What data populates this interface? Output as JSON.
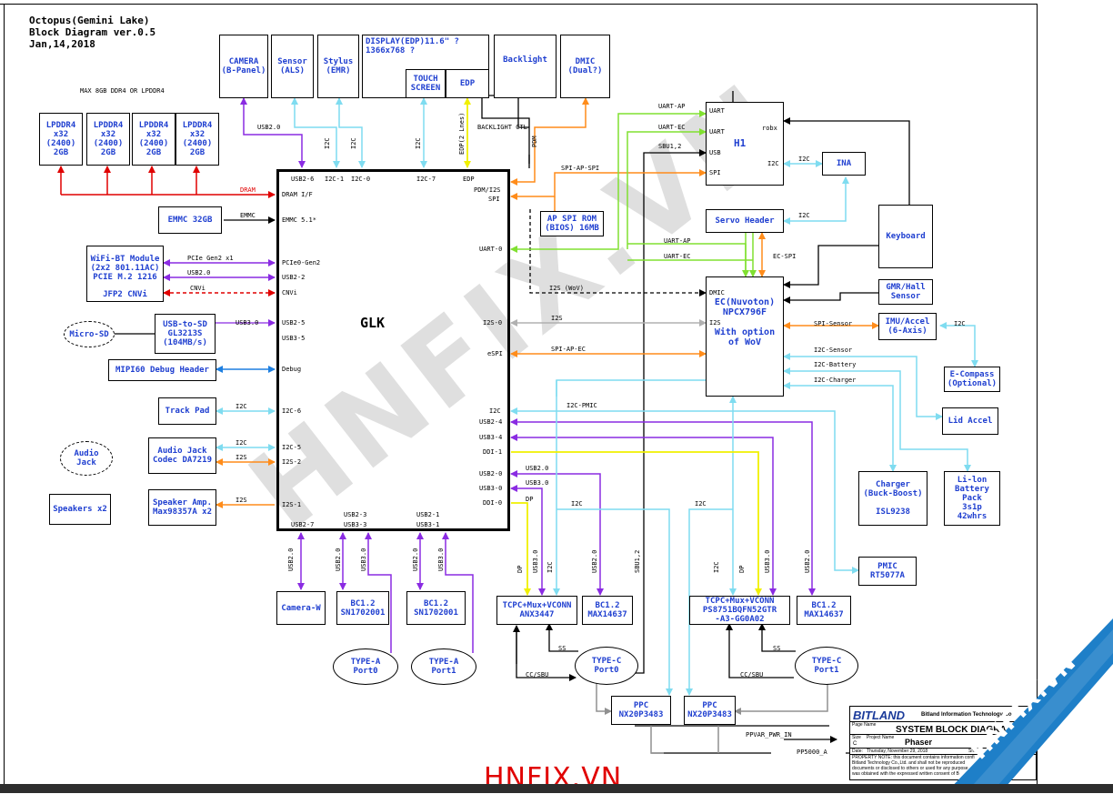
{
  "header": {
    "line1": "Octopus(Gemini Lake)",
    "line2": "Block Diagram ver.0.5",
    "line3": "Jan,14,2018",
    "memory_note": "MAX 8GB DDR4 OR LPDDR4"
  },
  "soc": {
    "label": "GLK"
  },
  "blocks": {
    "lpddr4": [
      "LPDDR4\nx32\n(2400)\n2GB",
      "LPDDR4\nx32\n(2400)\n2GB",
      "LPDDR4\nx32\n(2400)\n2GB",
      "LPDDR4\nx32\n(2400)\n2GB"
    ],
    "camera_b": "CAMERA\n(B-Panel)",
    "sensor": "Sensor\n(ALS)",
    "stylus": "Stylus\n(EMR)",
    "display": "DISPLAY(EDP)11.6\" ?\n1366x768 ?",
    "touch": "TOUCH\nSCREEN",
    "edp": "EDP",
    "backlight": "Backlight",
    "dmic": "DMIC\n(Dual?)",
    "emmc": "EMMC 32GB",
    "wifi": "WiFi-BT Module\n(2x2 801.11AC)\nPCIE M.2 1216",
    "jfp2": "JFP2 CNVi",
    "usb_sd": "USB-to-SD\nGL3213S\n(104MB/s)",
    "micro_sd": "Micro-SD",
    "mipi": "MIPI60 Debug Header",
    "trackpad": "Track Pad",
    "audio_jack_conn": "Audio\nJack",
    "audio_codec": "Audio Jack\nCodec DA7219",
    "speakers": "Speakers x2",
    "amp": "Speaker Amp.\nMax98357A x2",
    "camera_w": "Camera-W",
    "bc12_a": "BC1.2\nSN1702001",
    "bc12_b": "BC1.2\nSN1702001",
    "typea0": "TYPE-A\nPort0",
    "typea1": "TYPE-A\nPort1",
    "tcpc0": "TCPC+Mux+VCONN\nANX3447",
    "bc12_c": "BC1.2\nMAX14637",
    "typec0": "TYPE-C\nPort0",
    "tcpc1": "TCPC+Mux+VCONN\nPS8751BQFN52GTR\n-A3-GG0A02",
    "bc12_d": "BC1.2\nMAX14637",
    "typec1": "TYPE-C\nPort1",
    "ppc0": "PPC\nNX20P3483",
    "ppc1": "PPC\nNX20P3483",
    "ap_spi_rom": "AP SPI ROM\n(BIOS) 16MB",
    "h1": "H1",
    "ina": "INA",
    "servo": "Servo Header",
    "keyboard": "Keyboard",
    "gmr": "GMR/Hall\nSensor",
    "ec": "EC(Nuvoton)\nNPCX796F\n\nWith option\nof WoV",
    "imu": "IMU/Accel\n(6-Axis)",
    "ecompass": "E-Compass\n(Optional)",
    "lid_accel": "Lid Accel",
    "charger": "Charger\n(Buck-Boost)\n\nISL9238",
    "battery": "Li-lon\nBattery\nPack\n3s1p\n42whrs",
    "pmic": "PMIC\nRT5077A"
  },
  "soc_pins": {
    "usb2_6": "USB2-6",
    "i2c_1": "I2C-1",
    "i2c_0": "I2C-0",
    "i2c_7": "I2C-7",
    "edp": "EDP",
    "pdm": "PDM/I2S",
    "spi": "SPI",
    "dram": "DRAM I/F",
    "emmc": "EMMC 5.1*",
    "pcie": "PCIe0-Gen2",
    "usb2_2": "USB2-2",
    "cnvi": "CNVi",
    "usb2_5": "USB2-5",
    "usb3_5": "USB3-5",
    "debug": "Debug",
    "i2c_6": "I2C-6",
    "i2c_5": "I2C-5",
    "i2s_2": "I2S-2",
    "i2s_1": "I2S-1",
    "uart0": "UART-0",
    "i2s_0": "I2S-0",
    "espi": "eSPI",
    "i2c": "I2C",
    "usb2_4": "USB2-4",
    "usb3_4": "USB3-4",
    "ddi_1": "DDI-1",
    "usb2_0": "USB2-0",
    "usb3_0": "USB3-0",
    "ddi_0": "DDI-0",
    "usb2_7": "USB2-7",
    "usb2_3": "USB2-3",
    "usb3_3": "USB3-3",
    "usb2_1": "USB2-1",
    "usb3_1": "USB3-1"
  },
  "h1_pins": {
    "uart1": "UART",
    "uart2": "UART",
    "usb": "USB",
    "spi": "SPI",
    "robx": "robx",
    "i2c": "I2C"
  },
  "ec_pins": {
    "dmic": "DMIC",
    "i2s": "I2S"
  },
  "labels": {
    "dram": "DRAM",
    "emmc": "EMMC",
    "pcie_gen2": "PCIe Gen2 x1",
    "usb2_0_wifi": "USB2.0",
    "cnvi": "CNVi",
    "usb3_0_sd": "USB3.0",
    "i2c_tp": "I2C",
    "i2c_aud": "I2C",
    "i2s_aud": "I2S",
    "i2s_amp": "I2S",
    "usb2_0_cam": "USB2.0",
    "i2c_als": "I2C",
    "i2c_emr": "I2C",
    "i2c_touch": "I2C",
    "edp_lanes": "EDP(2 Lnes)",
    "backlight_ctl": "BACKLIGHT CTL",
    "pdm": "PDM",
    "spi_ap_spi": "SPI-AP-SPI",
    "uart_ap_top": "UART-AP",
    "uart_ec_top": "UART-EC",
    "sbu12": "SBU1,2",
    "i2c_ina": "I2C",
    "i2c_servo": "I2C",
    "uart_ap_mid": "UART-AP",
    "uart_ec_mid": "UART-EC",
    "ec_spi": "EC-SPI",
    "i2s_wov": "I2S (WoV)",
    "i2s_mid": "I2S",
    "spi_ap_ec": "SPI-AP-EC",
    "spi_sensor": "SPI-Sensor",
    "i2c_compass": "I2C",
    "i2c_sensor": "I2C-Sensor",
    "i2c_battery": "I2C-Battery",
    "i2c_charger": "I2C-Charger",
    "i2c_pmic": "I2C-PMIC",
    "usb2_0_p0": "USB2.0",
    "usb3_0_p0": "USB3.0",
    "dp_p0": "DP",
    "i2c_p0": "I2C",
    "i2c_p1": "I2C",
    "usb2_0_v_cam": "USB2.0",
    "usb2_0_v_a0": "USB2.0",
    "usb3_0_v_a0": "USB3.0",
    "usb2_0_v_a1": "USB2.0",
    "usb3_0_v_a1": "USB3.0",
    "dp_v0": "DP",
    "usb3_0_v0": "USB3.0",
    "i2c_v0": "I2C",
    "usb2_0_v0": "USB2.0",
    "sbu12_v": "SBU1,2",
    "i2c_v1": "I2C",
    "dp_v1": "DP",
    "usb3_0_v1": "USB3.0",
    "usb2_0_v1": "USB2.0",
    "ss0": "SS",
    "ss1": "SS",
    "cc_sbu0": "CC/SBU",
    "cc_sbu1": "CC/SBU",
    "ppvar": "PPVAR_PWR_IN",
    "pp5000": "PP5000_A"
  },
  "title_block": {
    "logo": "BITLAND",
    "company": "Bitland Information Technology Co",
    "page_name_label": "Page Name",
    "title": "SYSTEM BLOCK DIAGRA",
    "size_label": "Size",
    "size": "C",
    "project_label": "Project Name",
    "project": "Phaser",
    "date": "Date:   Thursday, November 29, 2018",
    "sheet_label": "Sheet",
    "note": "PROPERTY NOTE: this document contains information confi\nBitland Technology Co.,Ltd. and shall not be reproduced\ndocuments or disclosed to others or used for any purpose\nwas obtained with the expressed written consent of B"
  },
  "watermarks": {
    "diagonal": "HNFIX.VN",
    "bottom": "HNFIX.VN",
    "corner": "HNFIX.VN"
  },
  "colors": {
    "block_text": "#1f3fd0",
    "dram": "#e00000",
    "usb": "#8a2be2",
    "i2c": "#7fdcf0",
    "audio": "#ff8c1a",
    "display": "#f0f000",
    "debug": "#1e7fe0",
    "uart": "#80e030",
    "i2s": "#b0b0b0",
    "black": "#000000"
  }
}
